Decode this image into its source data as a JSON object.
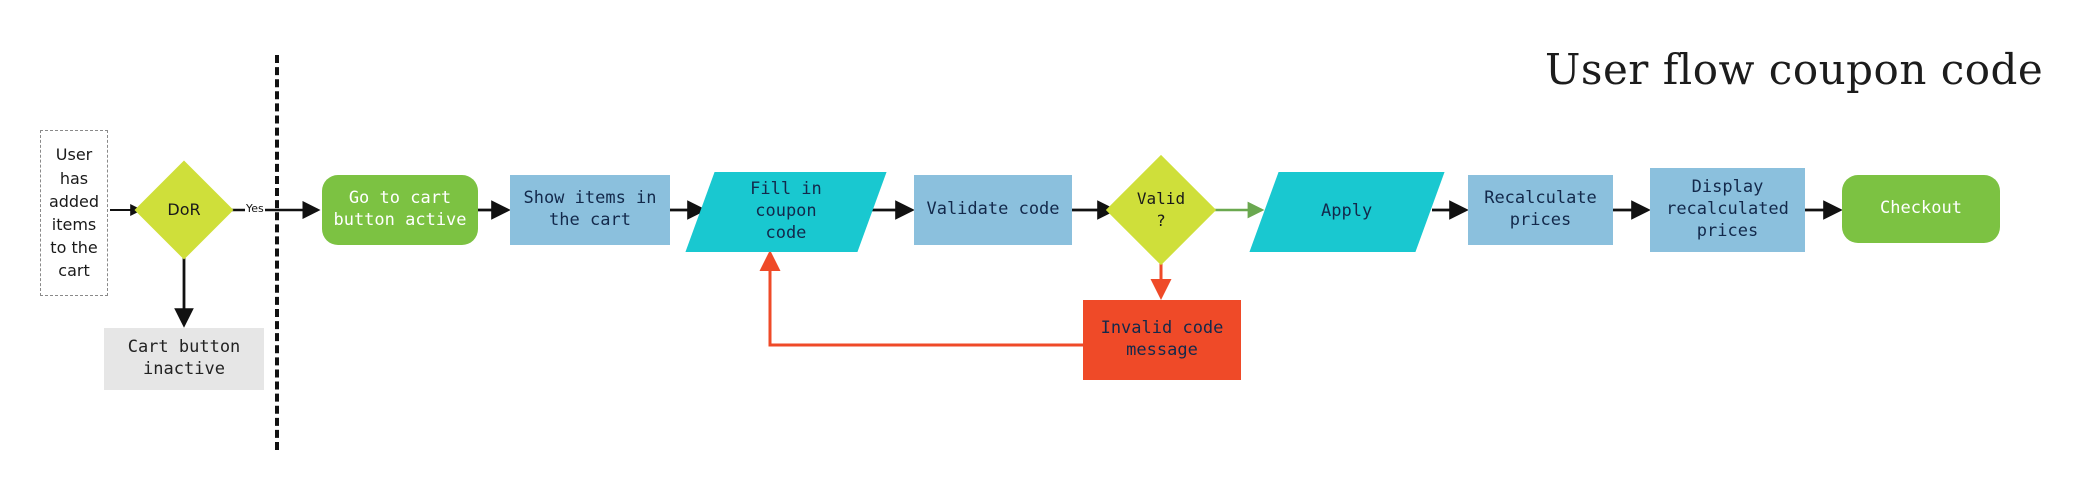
{
  "title": "User flow coupon code",
  "colors": {
    "green": "#7cc242",
    "blue": "#8bc0dd",
    "cyan": "#19c8d0",
    "lime": "#cfdf3a",
    "red": "#ef4a28",
    "grey": "#e6e6e6",
    "arrow_black": "#111111",
    "arrow_green": "#6aa84f",
    "arrow_red": "#ef4a28"
  },
  "precondition": {
    "label": "User\nhas\nadded\nitems\nto the\ncart"
  },
  "nodes": {
    "dor": {
      "label": "DoR",
      "shape": "diamond",
      "color": "#cfdf3a"
    },
    "cart_inactive": {
      "label": "Cart button\ninactive",
      "shape": "rect",
      "color": "#e6e6e6"
    },
    "go_to_cart": {
      "label": "Go to cart\nbutton active",
      "shape": "rounded-rect",
      "color": "#7cc242"
    },
    "show_items": {
      "label": "Show items in\nthe cart",
      "shape": "rect",
      "color": "#8bc0dd"
    },
    "fill_coupon": {
      "label": "Fill in\ncoupon\ncode",
      "shape": "parallelogram",
      "color": "#19c8d0"
    },
    "validate_code": {
      "label": "Validate code",
      "shape": "rect",
      "color": "#8bc0dd"
    },
    "valid": {
      "label": "Valid\n?",
      "shape": "diamond",
      "color": "#cfdf3a"
    },
    "apply": {
      "label": "Apply",
      "shape": "parallelogram",
      "color": "#19c8d0"
    },
    "recalculate": {
      "label": "Recalculate\nprices",
      "shape": "rect",
      "color": "#8bc0dd"
    },
    "display_recalculated": {
      "label": "Display\nrecalculated\nprices",
      "shape": "rect",
      "color": "#8bc0dd"
    },
    "checkout": {
      "label": "Checkout",
      "shape": "rounded-rect",
      "color": "#7cc242"
    },
    "invalid_message": {
      "label": "Invalid code\nmessage",
      "shape": "rect",
      "color": "#ef4a28"
    }
  },
  "edges": {
    "dor_yes_label": "Yes"
  }
}
